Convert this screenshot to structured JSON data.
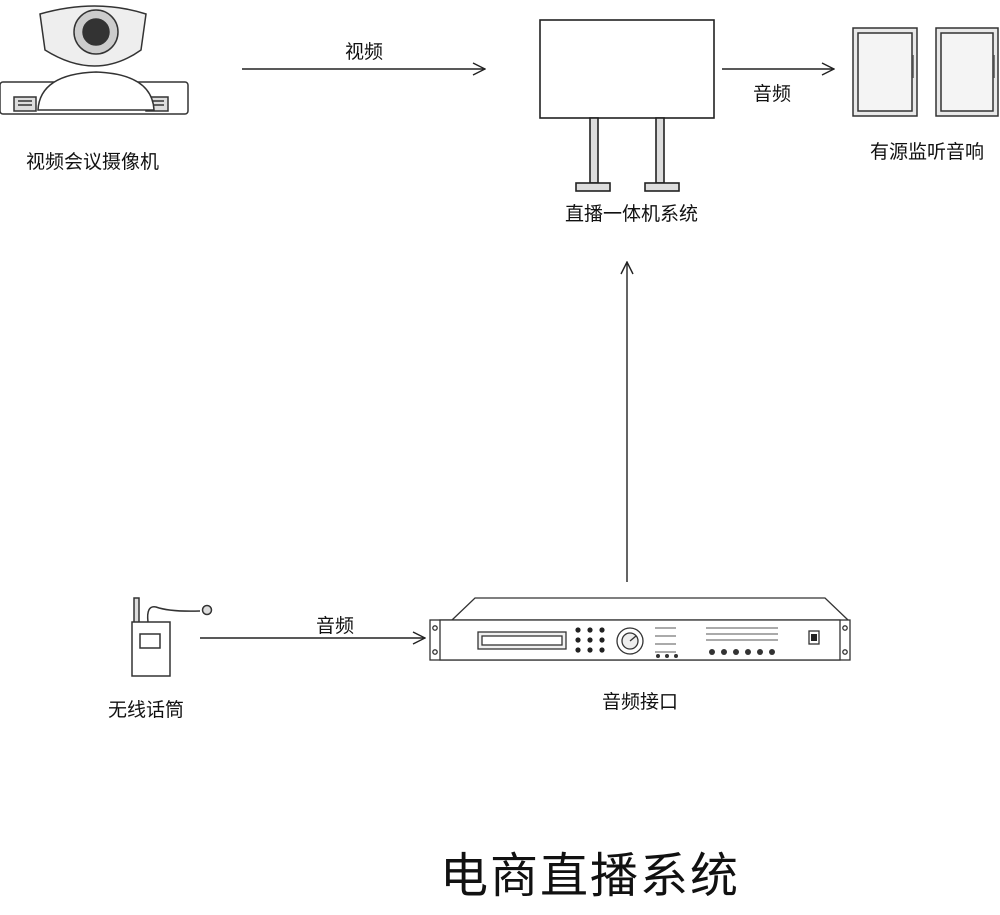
{
  "title": "电商直播系统",
  "devices": {
    "camera": {
      "label": "视频会议摄像机",
      "icon": "ptz-camera-icon"
    },
    "display": {
      "label": "直播一体机系统",
      "icon": "display-stand-icon"
    },
    "speakers": {
      "label": "有源监听音响",
      "icon": "speaker-pair-icon"
    },
    "microphone": {
      "label": "无线话筒",
      "icon": "wireless-mic-icon"
    },
    "audio_interface": {
      "label": "音频接口",
      "icon": "rack-audio-processor-icon"
    }
  },
  "connections": {
    "camera_to_display": "视频",
    "display_to_speakers": "音频",
    "mic_to_interface": "音频"
  }
}
